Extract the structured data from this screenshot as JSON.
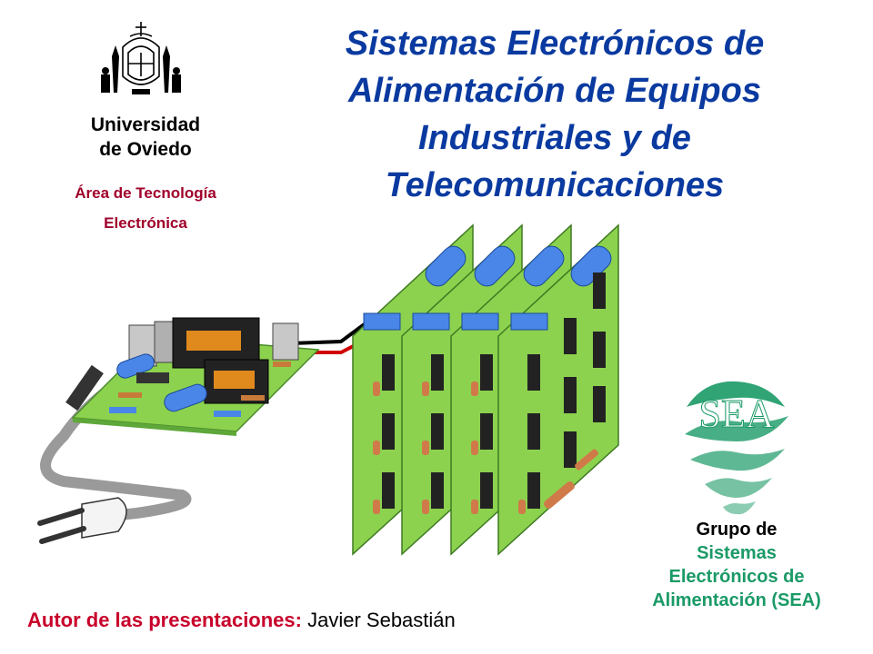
{
  "slide": {
    "title_lines": [
      "Sistemas Electrónicos de",
      "Alimentación de Equipos",
      "Industriales y de",
      "Telecomunicaciones"
    ],
    "university": [
      "Universidad",
      "de Oviedo"
    ],
    "area": [
      "Área de Tecnología",
      "Electrónica"
    ],
    "group": {
      "line1": "Grupo de",
      "lines": [
        "Sistemas",
        "Electrónicos de",
        "Alimentación (SEA)"
      ]
    },
    "author": {
      "label": "Autor de las presentaciones:",
      "name": "Javier Sebastián"
    },
    "logo_letters": "SEA"
  },
  "colors": {
    "title": "#0a3aa0",
    "area": "#a0002a",
    "group_green": "#1a9a66",
    "author_label": "#c8002a",
    "board_green": "#8cd24e"
  },
  "icons": {
    "university_crest": "university-crest-icon",
    "sea_logo": "sea-logo-icon",
    "power_supply": "power-supply-board-illustration",
    "boards": "circuit-boards-illustration",
    "plug": "power-plug-icon"
  }
}
